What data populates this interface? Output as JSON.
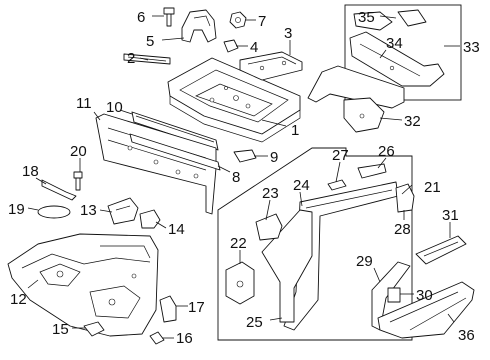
{
  "callouts": {
    "c1": "1",
    "c2": "2",
    "c3": "3",
    "c4": "4",
    "c5": "5",
    "c6": "6",
    "c7": "7",
    "c8": "8",
    "c9": "9",
    "c10": "10",
    "c11": "11",
    "c12": "12",
    "c13": "13",
    "c14": "14",
    "c15": "15",
    "c16": "16",
    "c17": "17",
    "c18": "18",
    "c19": "19",
    "c20": "20",
    "c21": "21",
    "c22": "22",
    "c23": "23",
    "c24": "24",
    "c25": "25",
    "c26": "26",
    "c27": "27",
    "c28": "28",
    "c29": "29",
    "c30": "30",
    "c31": "31",
    "c32": "32",
    "c33": "33",
    "c34": "34",
    "c35": "35",
    "c36": "36"
  }
}
